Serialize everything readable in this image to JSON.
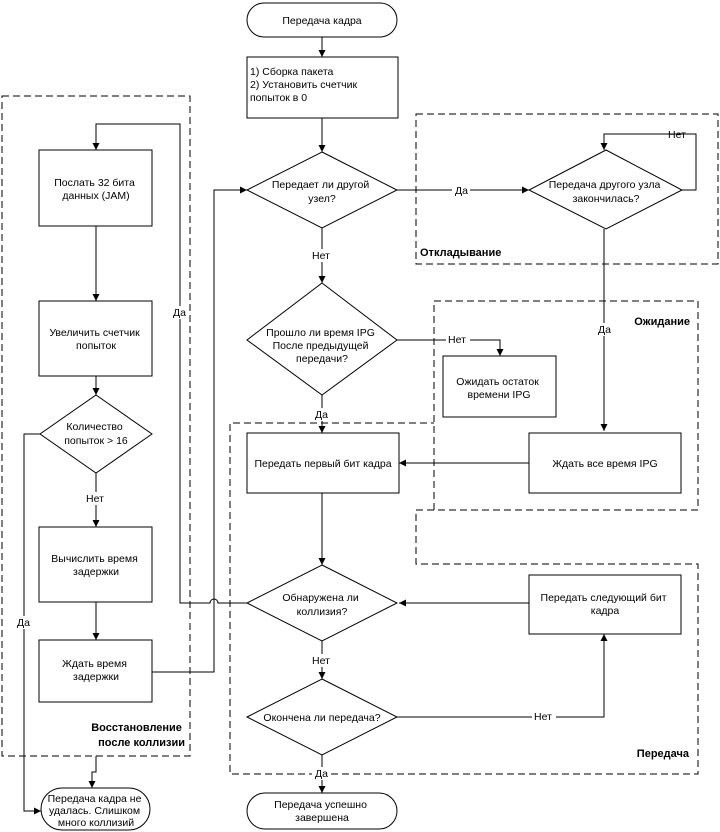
{
  "nodes": {
    "start": [
      "Передача кадра"
    ],
    "assemble": [
      "1) Сборка пакета",
      "2) Установить счетчик",
      "попыток в 0"
    ],
    "other_transmits": [
      "Передает ли другой",
      "узел?"
    ],
    "other_finished": [
      "Передача другого узла",
      "закончилась?"
    ],
    "ipg_elapsed": [
      "Прошло ли время IPG",
      "После предыдущей",
      "передачи?"
    ],
    "wait_remaining": [
      "Ожидать остаток",
      "времени IPG"
    ],
    "wait_full_ipg": [
      "Ждать все время IPG"
    ],
    "send_first_bit": [
      "Передать первый бит кадра"
    ],
    "collision_detected": [
      "Обнаружена ли",
      "коллизия?"
    ],
    "send_next_bit": [
      "Передать следующий бит",
      "кадра"
    ],
    "transmission_done": [
      "Окончена ли передача?"
    ],
    "success": [
      "Передача успешно",
      "завершена"
    ],
    "send_jam": [
      "Послать 32 бита",
      "данных (JAM)"
    ],
    "increment_counter": [
      "Увеличить счетчик",
      "попыток"
    ],
    "attempts_exceeded": [
      "Количество",
      "попыток > 16"
    ],
    "compute_delay": [
      "Вычислить время",
      "задержки"
    ],
    "wait_delay": [
      "Ждать время",
      "задержки"
    ],
    "failure": [
      "Передача кадра не",
      "удалась. Слишком",
      "много коллизий"
    ]
  },
  "groups": {
    "deferral": "Откладывание",
    "waiting": "Ожидание",
    "transmission": "Передача",
    "recovery": [
      "Восстановление",
      "после коллизии"
    ]
  },
  "edge_labels": {
    "yes": "Да",
    "no": "Нет"
  }
}
